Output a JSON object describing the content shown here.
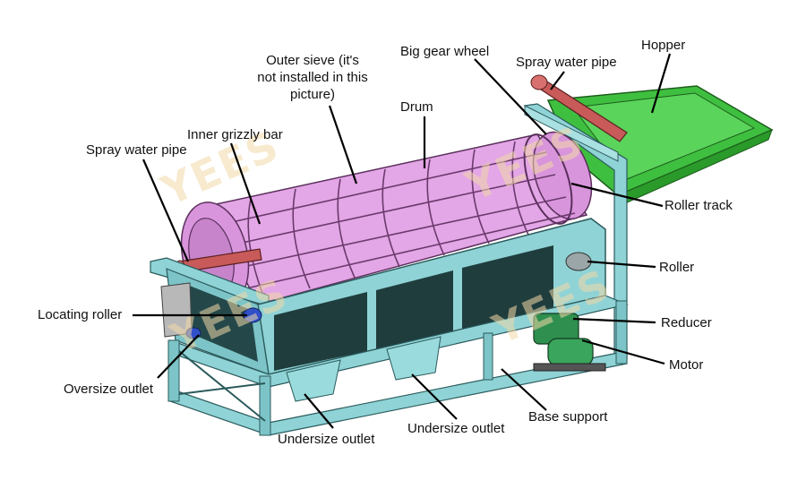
{
  "watermark": "YEES",
  "colors": {
    "frame": "#8fd3d6",
    "frame_stroke": "#2b5a5c",
    "drum": "#e3a6e6",
    "drum_stroke": "#5a2f5c",
    "hopper": "#3fbf3f",
    "pipe": "#c85a5a",
    "window": "#1f3d3d",
    "motor": "#2f8f4f"
  },
  "labels": {
    "spray_pipe_left": "Spray water pipe",
    "inner_grizzly_bar": "Inner grizzly bar",
    "outer_sieve_1": "Outer sieve   (it's",
    "outer_sieve_2": "not installed in this",
    "outer_sieve_3": "picture)",
    "drum": "Drum",
    "big_gear_wheel": "Big gear wheel",
    "spray_pipe_right": "Spray water pipe",
    "hopper": "Hopper",
    "roller_track": "Roller track",
    "roller": "Roller",
    "reducer": "Reducer",
    "motor": "Motor",
    "locating_roller": "Locating roller",
    "oversize_outlet": "Oversize outlet",
    "undersize_outlet_1": "Undersize outlet",
    "undersize_outlet_2": "Undersize outlet",
    "base_support": "Base support"
  }
}
